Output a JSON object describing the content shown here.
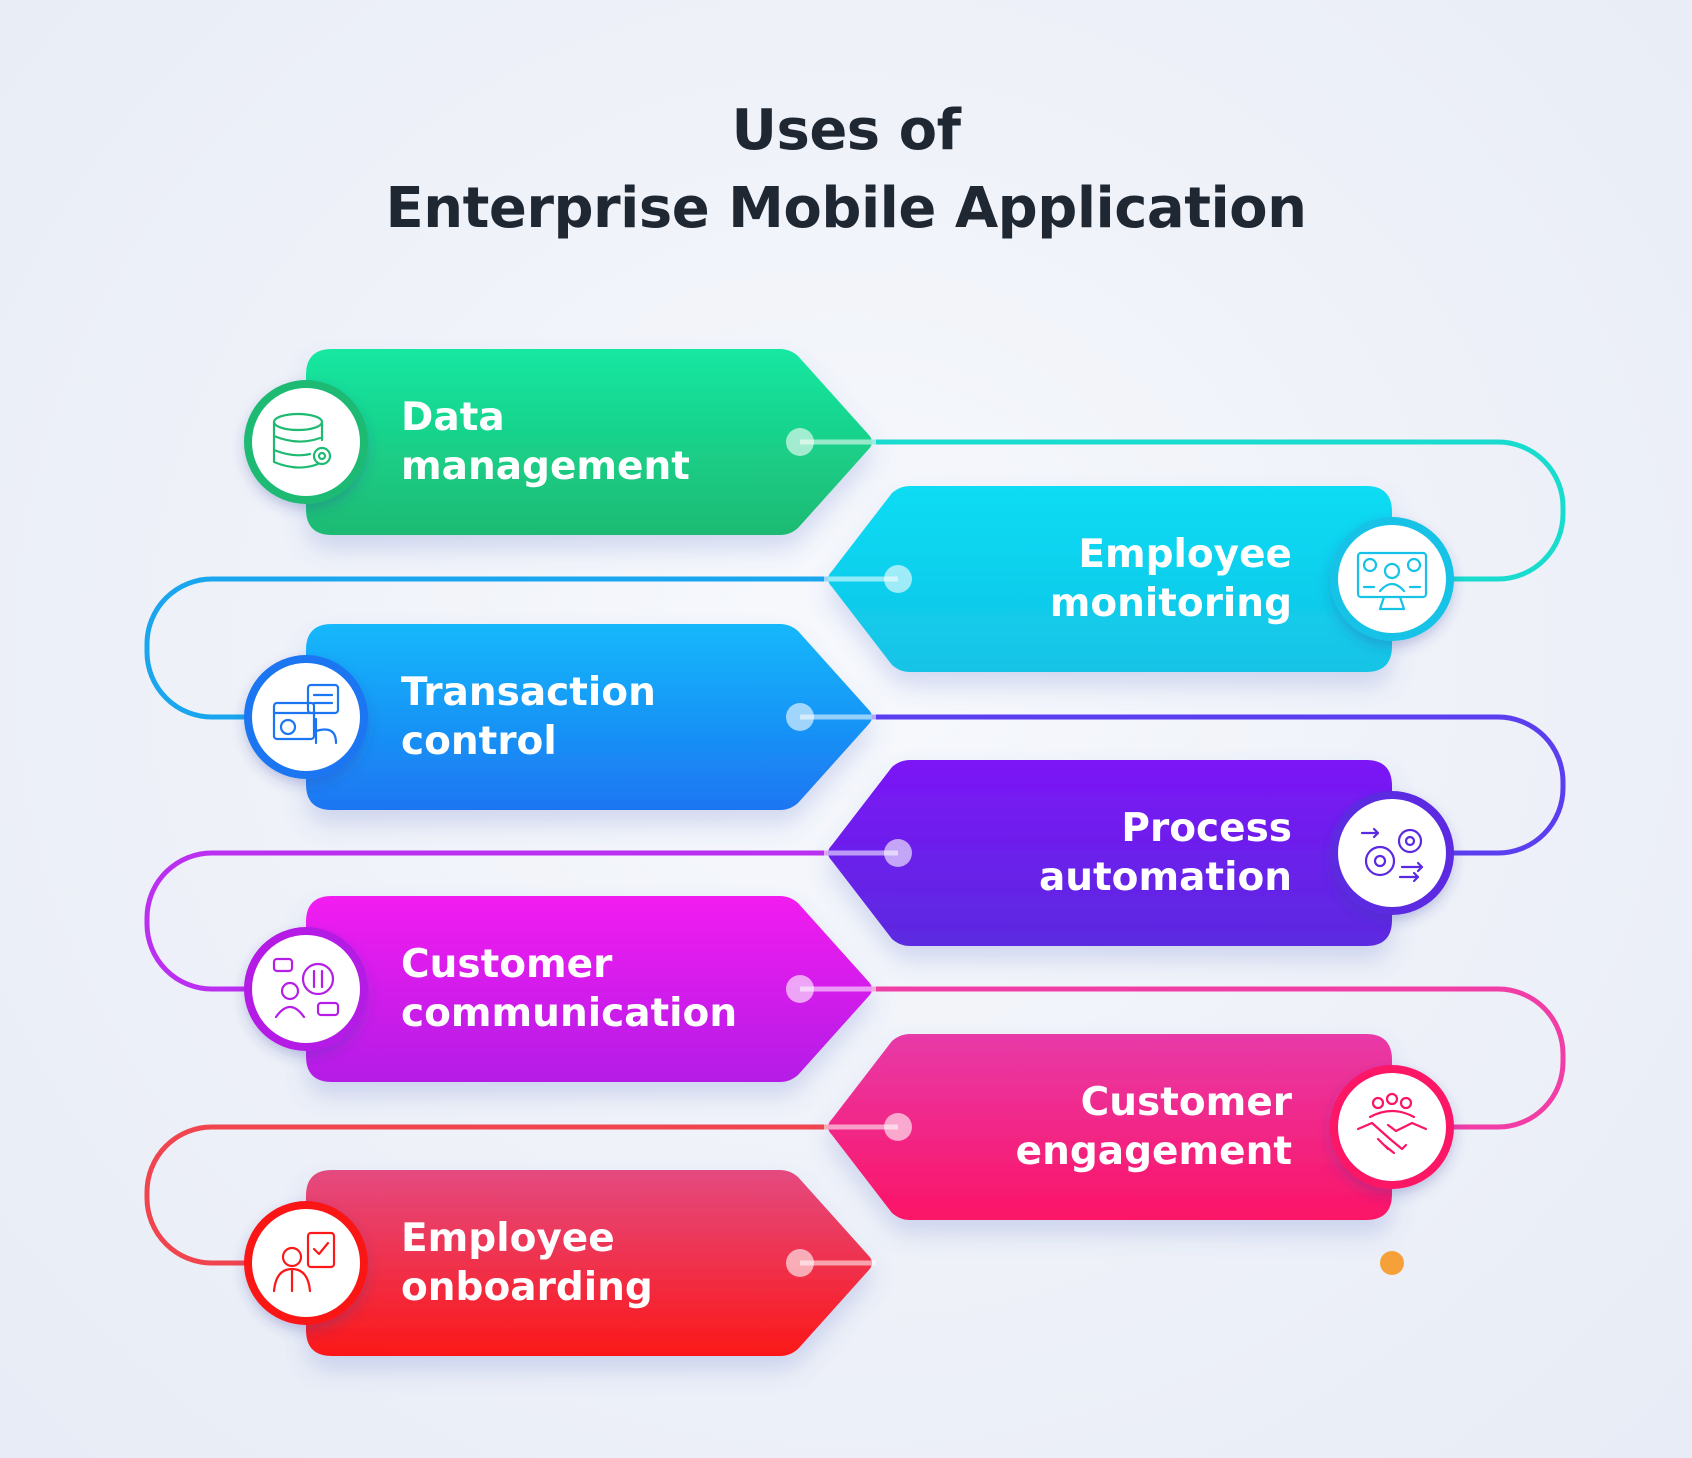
{
  "title": {
    "line1": "Uses of",
    "line2": "Enterprise Mobile Application"
  },
  "items": [
    {
      "line1": "Data",
      "line2": "management",
      "icon": "database-gear-icon",
      "color_start": "#14e8a2",
      "color_end": "#1fba72"
    },
    {
      "line1": "Employee",
      "line2": "monitoring",
      "icon": "employee-monitor-icon",
      "color_start": "#08dcf4",
      "color_end": "#16c3e6"
    },
    {
      "line1": "Transaction",
      "line2": "control",
      "icon": "transaction-control-icon",
      "color_start": "#14b8fb",
      "color_end": "#1c76f2"
    },
    {
      "line1": "Process",
      "line2": "automation",
      "icon": "process-gears-icon",
      "color_start": "#7c16f6",
      "color_end": "#5b2ae0"
    },
    {
      "line1": "Customer",
      "line2": "communication",
      "icon": "customer-chat-icon",
      "color_start": "#f21ef0",
      "color_end": "#b41ee6"
    },
    {
      "line1": "Customer",
      "line2": "engagement",
      "icon": "handshake-people-icon",
      "color_start": "#e83aa8",
      "color_end": "#fb1466"
    },
    {
      "line1": "Employee",
      "line2": "onboarding",
      "icon": "onboarding-clipboard-icon",
      "color_start": "#e44a80",
      "color_end": "#fb1818"
    }
  ]
}
